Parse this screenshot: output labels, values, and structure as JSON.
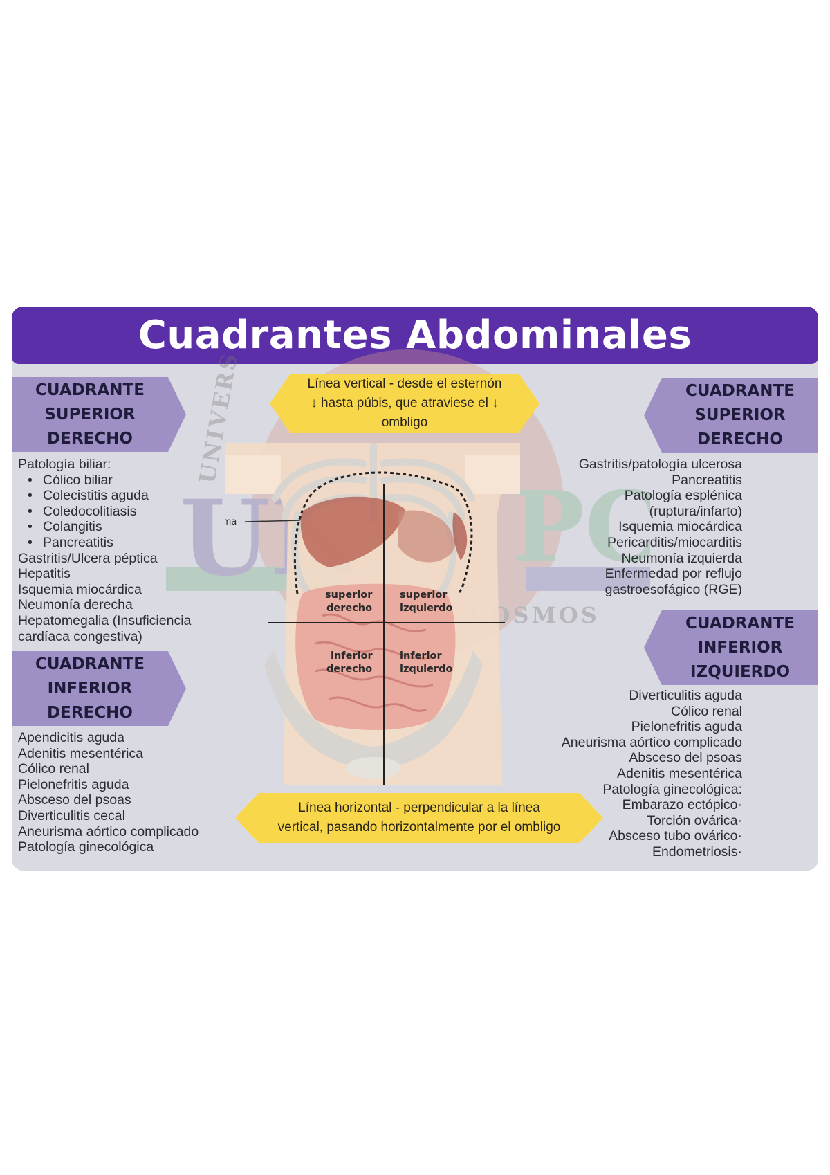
{
  "title": "Cuadrantes Abdominales",
  "watermark": {
    "left_text": "UNIVERS",
    "bottom_text": "UN",
    "bottom_right": "PC",
    "cosmos": "COSMOS"
  },
  "banners": {
    "sup_der": [
      "CUADRANTE",
      "SUPERIOR",
      "DERECHO"
    ],
    "inf_der": [
      "CUADRANTE",
      "INFERIOR",
      "DERECHO"
    ],
    "sup_izq": [
      "CUADRANTE",
      "SUPERIOR",
      "DERECHO"
    ],
    "inf_izq": [
      "CUADRANTE",
      "INFERIOR",
      "IZQUIERDO"
    ]
  },
  "callouts": {
    "vertical": [
      "Línea vertical - desde el esternón",
      "↓ hasta púbis, que atraviese el ↓",
      "ombligo"
    ],
    "horizontal": [
      "Línea horizontal - perpendicular a la línea",
      "vertical, pasando horizontalmente por el ombligo"
    ]
  },
  "lists": {
    "sup_der": {
      "heading": "Patología biliar:",
      "sub": [
        "Cólico biliar",
        "Colecistitis aguda",
        "Coledocolitiasis",
        "Colangitis",
        "Pancreatitis"
      ],
      "items": [
        "Gastritis/Ulcera péptica",
        "Hepatitis",
        "Isquemia miocárdica",
        "Neumonía derecha",
        "Hepatomegalia (Insuficiencia",
        "cardíaca congestiva)"
      ]
    },
    "inf_der": [
      "Apendicitis aguda",
      "Adenitis mesentérica",
      "Cólico renal",
      "Pielonefritis aguda",
      "Absceso del psoas",
      "Diverticulitis cecal",
      "Aneurisma aórtico complicado",
      "Patología ginecológica"
    ],
    "sup_izq": [
      "Gastritis/patología ulcerosa",
      "Pancreatitis",
      "Patología esplénica",
      "(ruptura/infarto)",
      "Isquemia miocárdica",
      "Pericarditis/miocarditis",
      "Neumonía izquierda",
      "Enfermedad por reflujo",
      "gastroesofágico (RGE)"
    ],
    "inf_izq": [
      "Diverticulitis aguda",
      "Cólico renal",
      "Pielonefritis aguda",
      "Aneurisma aórtico complicado",
      "Absceso del psoas",
      "Adenitis mesentérica",
      "Patología ginecológica:",
      "Embarazo ectópico·",
      "Torción ovárica·",
      "Absceso tubo ovárico·",
      "Endometriosis·"
    ]
  },
  "anatomy": {
    "diaphragm_label": "Diafragma",
    "quadrants": {
      "sup_der": [
        "superior",
        "derecho"
      ],
      "sup_izq": [
        "superior",
        "izquierdo"
      ],
      "inf_der": [
        "inferior",
        "derecho"
      ],
      "inf_izq": [
        "inferior",
        "izquierdo"
      ]
    }
  },
  "colors": {
    "title_bg": "#5b2fa8",
    "banner": "#9e8fc4",
    "callout": "#f8d84a",
    "card_bg": "#dadbe2"
  }
}
